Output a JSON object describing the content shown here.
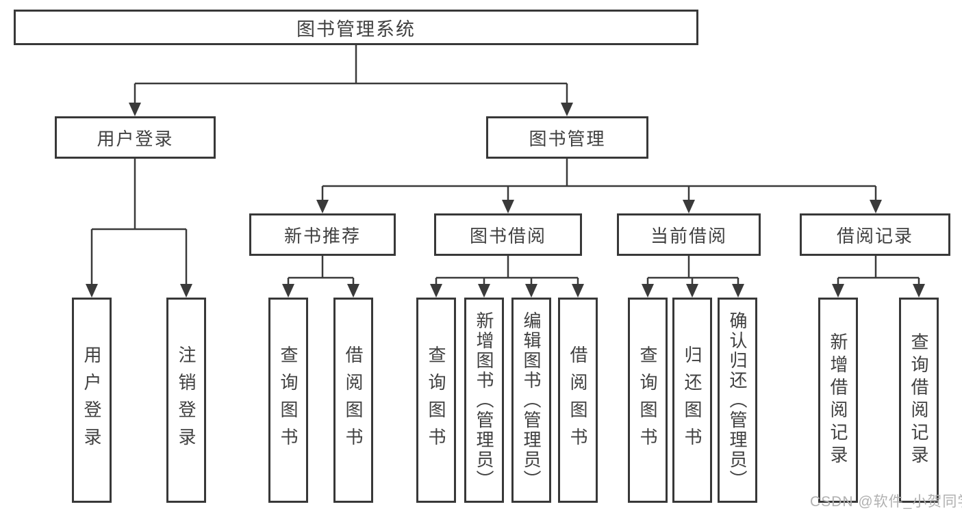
{
  "tree": {
    "root": {
      "label": "图书管理系统"
    },
    "login": {
      "label": "用户登录",
      "children": [
        {
          "label": "用户登录"
        },
        {
          "label": "注销登录"
        }
      ]
    },
    "manage": {
      "label": "图书管理",
      "groups": [
        {
          "label": "新书推荐",
          "children": [
            {
              "label": "查询图书"
            },
            {
              "label": "借阅图书"
            }
          ]
        },
        {
          "label": "图书借阅",
          "children": [
            {
              "label": "查询图书"
            },
            {
              "label": "新增图书（管理员）"
            },
            {
              "label": "编辑图书（管理员）"
            },
            {
              "label": "借阅图书"
            }
          ]
        },
        {
          "label": "当前借阅",
          "children": [
            {
              "label": "查询图书"
            },
            {
              "label": "归还图书"
            },
            {
              "label": "确认归还（管理员）"
            }
          ]
        },
        {
          "label": "借阅记录",
          "children": [
            {
              "label": "新增借阅记录"
            },
            {
              "label": "查询借阅记录"
            }
          ]
        }
      ]
    }
  },
  "watermark": {
    "text": "CSDN @软件_小贺同学"
  },
  "colors": {
    "line": "#3a3a3a",
    "border": "#383838",
    "text": "#404040",
    "background": "#ffffff",
    "watermark": "#b0b0b0"
  }
}
